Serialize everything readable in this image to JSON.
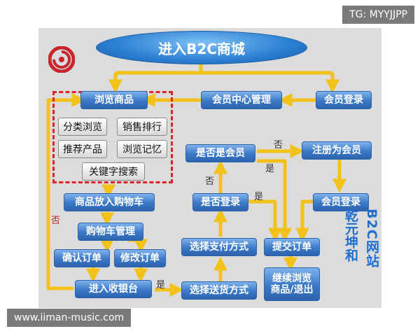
{
  "watermark": "TG: MYYJJPP",
  "site_url": "www.iiman-music.com",
  "title": "进入B2C商城",
  "brand": {
    "line1": "B2C网站",
    "line2": "乾元坤和"
  },
  "nodes": {
    "browse": "浏览商品",
    "member_center": "会员中心管理",
    "member_login": "会员登录",
    "is_member": "是否是会员",
    "register": "注册为会员",
    "member_login2": "会员登录",
    "add_cart": "商品放入购物车",
    "cart_manage": "购物车管理",
    "confirm_order": "确认订单",
    "modify_order": "修改订单",
    "checkout": "进入收银台",
    "is_logged_in": "是否登录",
    "choose_payment": "选择支付方式",
    "submit_order": "提交订单",
    "choose_delivery": "选择送货方式",
    "continue_browse": "继续浏览商品/退出"
  },
  "browse_options": {
    "category": "分类浏览",
    "ranking": "销售排行",
    "recommended": "推荐产品",
    "history": "浏览记忆",
    "keyword": "关键字搜索"
  },
  "labels": {
    "no": "否",
    "yes": "是"
  },
  "colors": {
    "arrow": "#f2c21b",
    "node_blue": "#3a78c6",
    "dashed_border": "#e0242c",
    "brand_text": "#1e6fcf"
  }
}
